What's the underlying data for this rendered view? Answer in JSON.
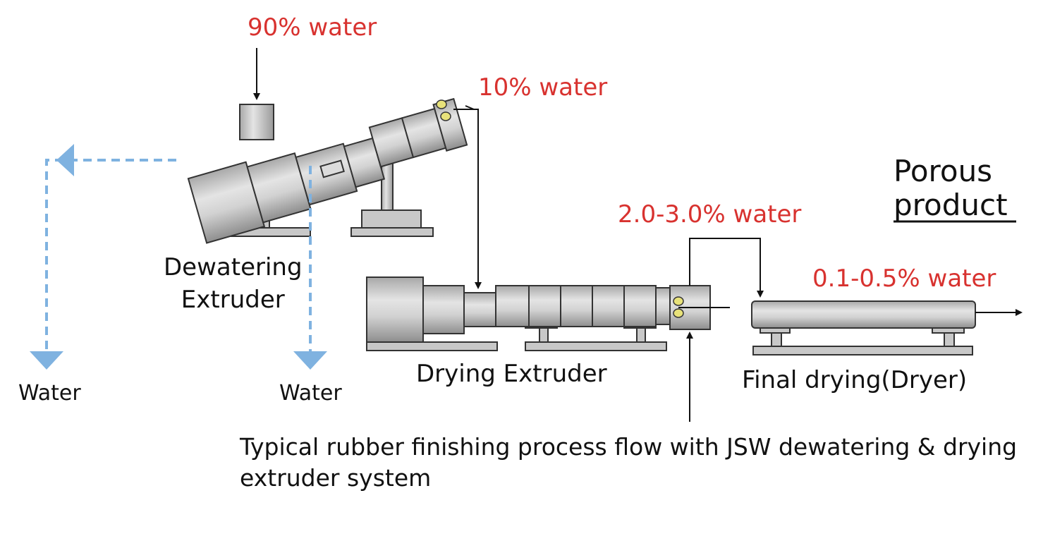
{
  "labels": {
    "water_90": "90% water",
    "water_10": "10% water",
    "water_2_3": "2.0-3.0% water",
    "water_01_05": "0.1-0.5% water",
    "dewatering_extruder": "Dewatering\nExtruder",
    "drying_extruder": "Drying Extruder",
    "final_drying": "Final drying(Dryer)",
    "water_left": "Water",
    "water_mid": "Water",
    "porous_line1": "Porous",
    "porous_line2": "product",
    "caption": "Typical rubber finishing process flow with JSW dewatering & drying extruder system"
  },
  "colors": {
    "water_text": "#d8322f",
    "water_flow": "#7fb2e0",
    "machine_fill": "#c9c9c9",
    "machine_stroke": "#333333"
  }
}
